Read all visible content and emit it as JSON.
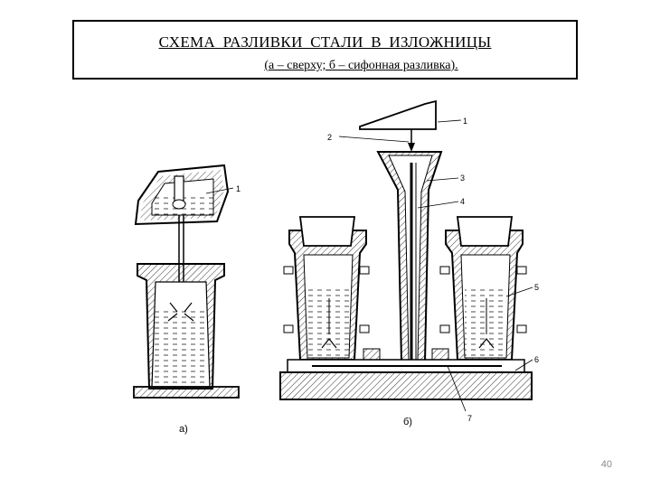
{
  "header": {
    "title": "СХЕМА  РАЗЛИВКИ  СТАЛИ  В  ИЗЛОЖНИЦЫ",
    "subtitle": "(а – сверху; б – сифонная разливка)."
  },
  "diagram": {
    "label_a": "а)",
    "label_b": "б)",
    "callouts_a": [
      "1"
    ],
    "callouts_b": [
      "1",
      "2",
      "3",
      "4",
      "5",
      "6",
      "7"
    ]
  },
  "page_number": "40"
}
